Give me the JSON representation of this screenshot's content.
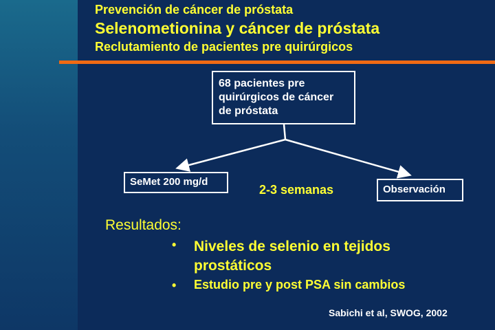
{
  "header": {
    "line1": "Prevención de cáncer de próstata",
    "line2": "Selenometionina y cáncer de próstata",
    "line3": "Reclutamiento de pacientes pre quirúrgicos"
  },
  "diagram": {
    "top_box": "68 pacientes pre quirúrgicos de cáncer de próstata",
    "left_box": "SeMet 200 mg/d",
    "right_box": "Observación",
    "duration": "2-3 semanas"
  },
  "results": {
    "heading": "Resultados:",
    "bullets": [
      "Niveles de selenio en tejidos prostáticos",
      "Estudio pre y post PSA sin cambios"
    ],
    "bullet_symbol": "•"
  },
  "citation": "Sabichi et al, SWOG, 2002",
  "colors": {
    "background": "#0c2b5a",
    "accent": "#f06a14",
    "text": "#ffff33"
  }
}
